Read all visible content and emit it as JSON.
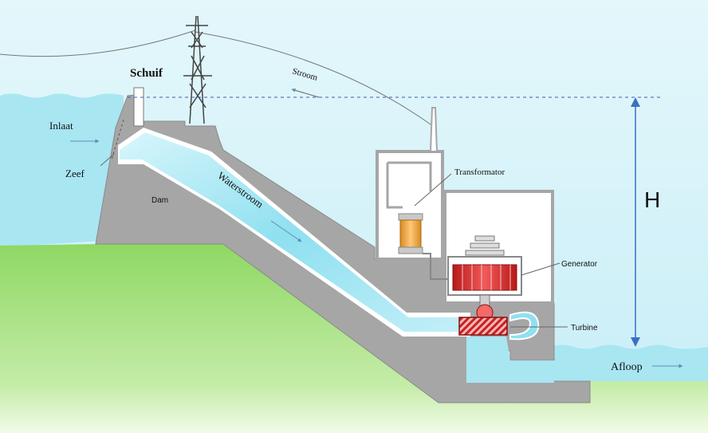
{
  "diagram": {
    "labels": {
      "schuif": "Schuif",
      "inlaat": "Inlaat",
      "zeef": "Zeef",
      "dam": "Dam",
      "waterstroom": "Waterstroom",
      "stroom": "Stroom",
      "transformator": "Transformator",
      "generator": "Generator",
      "turbine": "Turbine",
      "afloop": "Afloop",
      "head": "H"
    },
    "colors": {
      "sky": "#d6f4fa",
      "water": "#a8e6f2",
      "ground": "#8fd864",
      "concrete": "#a6a6a6",
      "pipe": "#ffffff",
      "generator": "#d92a2a",
      "transformer": "#f0a23a",
      "arrow": "#3b6fc4"
    }
  }
}
